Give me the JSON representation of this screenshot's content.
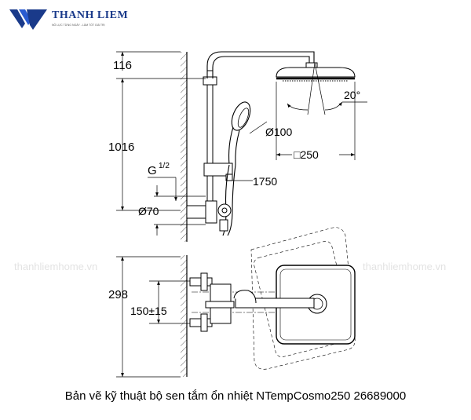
{
  "brand": {
    "name": "THANH LIEM",
    "slogan": "NỖ LỰC TỪNG NGÀY - LÀM TỐT GIÁ TRỊ",
    "color": "#1a3a8a"
  },
  "watermark": "thanhliemhome.vn",
  "dimensions": {
    "d116": "116",
    "d1016": "1016",
    "thread": "G",
    "thread_frac": "1/2",
    "d70": "Ø70",
    "d100": "Ø100",
    "d250": "□250",
    "d1750": "1750",
    "angle": "20°",
    "d298": "298",
    "d150": "150±15"
  },
  "caption": "Bản vẽ kỹ thuật bộ sen tắm ổn nhiệt NTempCosmo250 26689000"
}
